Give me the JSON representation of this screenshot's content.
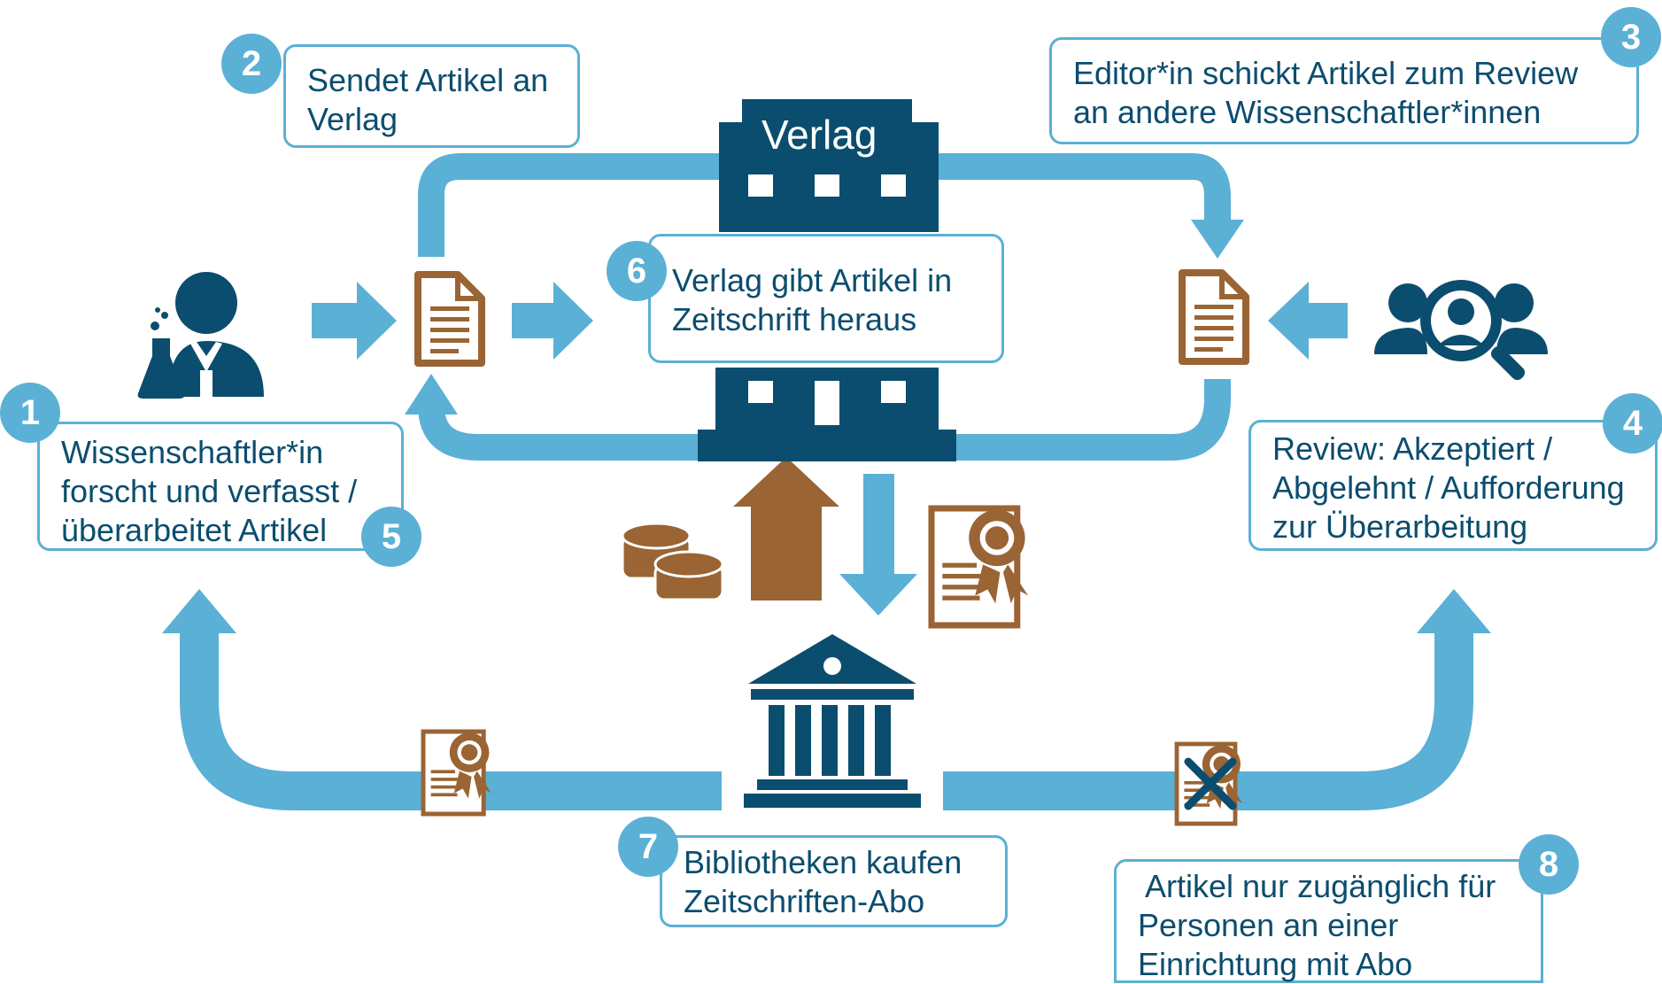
{
  "colors": {
    "arrow_blue": "#5bb0d6",
    "dark_navy": "#0b4d6e",
    "brown": "#9a6434",
    "text": "#0b4d6e"
  },
  "steps": {
    "s1": {
      "number": "1",
      "lines": [
        "Wissenschaftler*in",
        "forscht und verfasst /",
        "überarbeitet Artikel"
      ]
    },
    "s2": {
      "number": "2",
      "lines": [
        "Sendet Artikel an",
        "Verlag"
      ]
    },
    "s3": {
      "number": "3",
      "lines": [
        "Editor*in schickt Artikel zum Review",
        "an andere Wissenschaftler*innen"
      ]
    },
    "s4": {
      "number": "4",
      "lines": [
        "Review: Akzeptiert /",
        "Abgelehnt / Aufforderung",
        "zur Überarbeitung"
      ]
    },
    "s5": {
      "number": "5"
    },
    "s6": {
      "number": "6",
      "lines": [
        "Verlag gibt Artikel in",
        "Zeitschrift heraus"
      ]
    },
    "s7": {
      "number": "7",
      "lines": [
        "Bibliotheken kaufen",
        "Zeitschriften-Abo"
      ]
    },
    "s8": {
      "number": "8",
      "lines": [
        " Artikel nur zugänglich für",
        "Personen an einer",
        "Einrichtung mit Abo"
      ]
    }
  },
  "publisher": {
    "label": "Verlag"
  },
  "icons": [
    "scientist-icon",
    "document-icon",
    "document-icon",
    "publisher-building-icon",
    "reviewers-icon",
    "coins-icon",
    "certificate-icon",
    "library-icon",
    "certificate-icon",
    "certificate-crossed-icon"
  ]
}
